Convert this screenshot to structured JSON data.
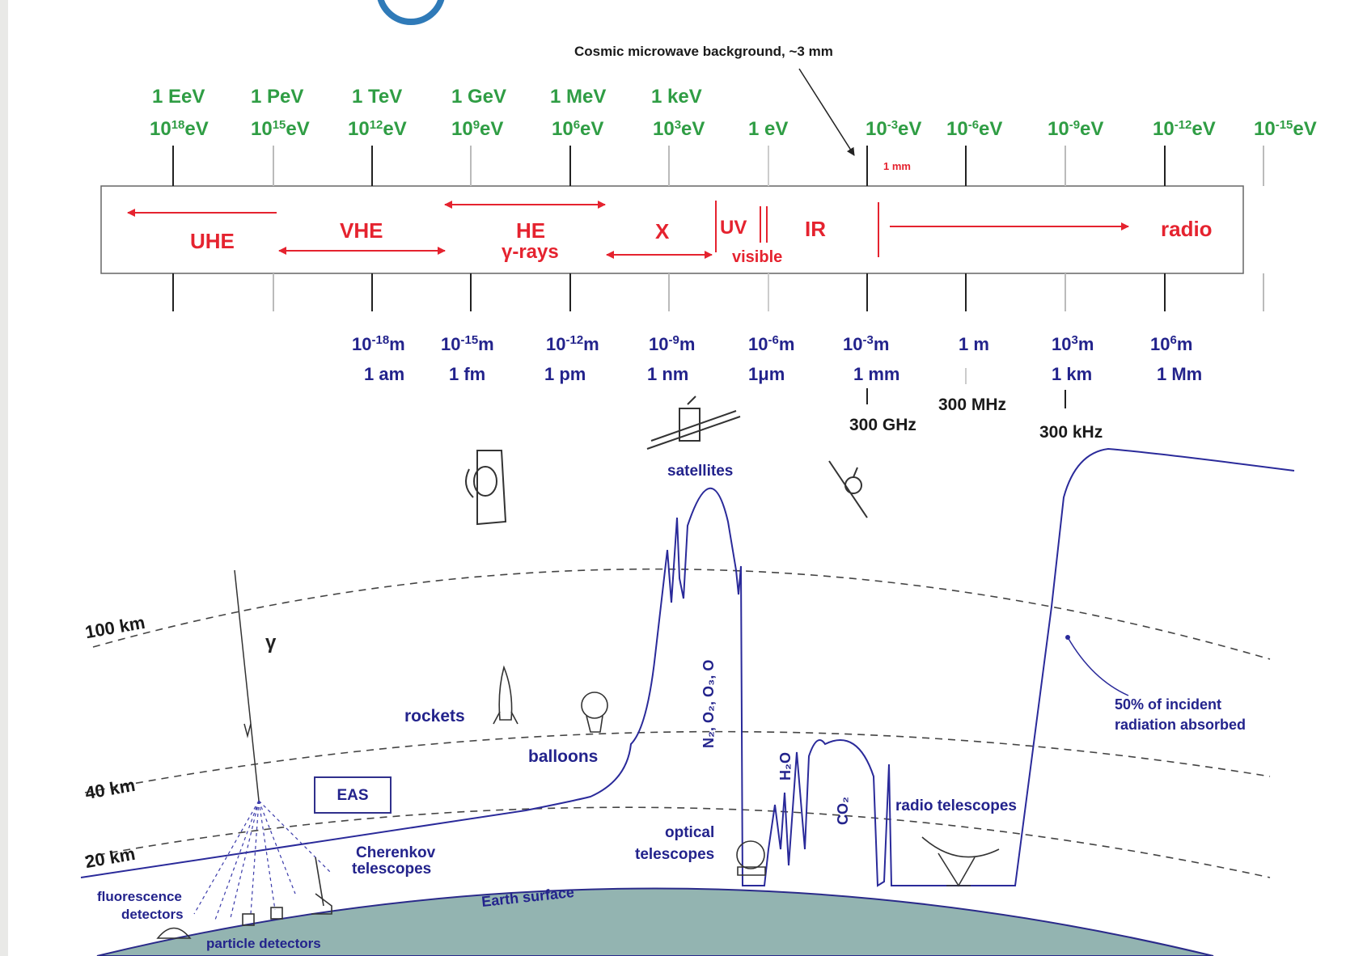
{
  "header": {
    "cmb_note": "Cosmic microwave background, ~3 mm"
  },
  "energy_scale": [
    {
      "top": "1 EeV",
      "base": "10",
      "exp": "18",
      "unit": "eV"
    },
    {
      "top": "1 PeV",
      "base": "10",
      "exp": "15",
      "unit": "eV"
    },
    {
      "top": "1 TeV",
      "base": "10",
      "exp": "12",
      "unit": "eV"
    },
    {
      "top": "1 GeV",
      "base": "10",
      "exp": "9",
      "unit": "eV"
    },
    {
      "top": "1 MeV",
      "base": "10",
      "exp": "6",
      "unit": "eV"
    },
    {
      "top": "1 keV",
      "base": "10",
      "exp": "3",
      "unit": "eV"
    },
    {
      "top": "",
      "base": "1 eV",
      "exp": "",
      "unit": ""
    },
    {
      "top": "",
      "base": "10",
      "exp": "-3",
      "unit": "eV"
    },
    {
      "top": "",
      "base": "10",
      "exp": "-6",
      "unit": "eV"
    },
    {
      "top": "",
      "base": "10",
      "exp": "-9",
      "unit": "eV"
    },
    {
      "top": "",
      "base": "10",
      "exp": "-12",
      "unit": "eV"
    },
    {
      "top": "",
      "base": "10",
      "exp": "-15",
      "unit": "eV"
    }
  ],
  "one_mm_marker": "1 mm",
  "bands": {
    "uhe": "UHE",
    "vhe": "VHE",
    "he": "HE",
    "gamma_rays": "γ-rays",
    "x": "X",
    "uv": "UV",
    "visible": "visible",
    "ir": "IR",
    "radio": "radio"
  },
  "wavelength_scale": [
    {
      "base": "10",
      "exp": "-18",
      "unit": "m",
      "name": "1 am"
    },
    {
      "base": "10",
      "exp": "-15",
      "unit": "m",
      "name": "1 fm"
    },
    {
      "base": "10",
      "exp": "-12",
      "unit": "m",
      "name": "1 pm"
    },
    {
      "base": "10",
      "exp": "-9",
      "unit": "m",
      "name": "1 nm"
    },
    {
      "base": "10",
      "exp": "-6",
      "unit": "m",
      "name": "1μm"
    },
    {
      "base": "10",
      "exp": "-3",
      "unit": "m",
      "name": "1 mm"
    },
    {
      "base": "1 m",
      "exp": "",
      "unit": "",
      "name": ""
    },
    {
      "base": "10",
      "exp": "3",
      "unit": "m",
      "name": "1 km"
    },
    {
      "base": "10",
      "exp": "6",
      "unit": "m",
      "name": "1 Mm"
    }
  ],
  "frequencies": {
    "ghz": "300 GHz",
    "mhz": "300 MHz",
    "khz": "300 kHz"
  },
  "altitudes": {
    "a100": "100 km",
    "a40": "40 km",
    "a20": "20 km"
  },
  "labels": {
    "satellites": "satellites",
    "rockets": "rockets",
    "balloons": "balloons",
    "gamma": "γ",
    "eas": "EAS",
    "cherenkov1": "Cherenkov",
    "cherenkov2": "telescopes",
    "optical1": "optical",
    "optical2": "telescopes",
    "radio_telescopes": "radio telescopes",
    "absorbed1": "50% of incident",
    "absorbed2": "radiation absorbed",
    "fluor1": "fluorescence",
    "fluor2": "detectors",
    "particle": "particle detectors",
    "earth": "Earth surface",
    "molecules": "N₂, O₂, O₃, O",
    "h2o": "H₂O",
    "co2": "CO₂"
  }
}
